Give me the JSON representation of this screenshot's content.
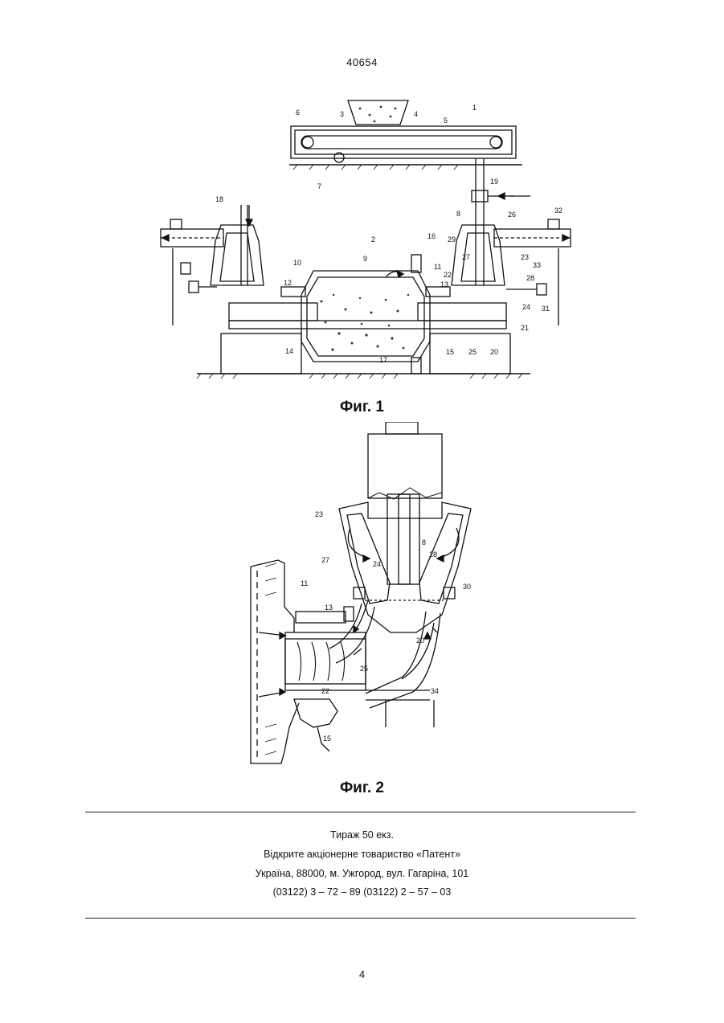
{
  "header": {
    "doc_number": "40654"
  },
  "figure1": {
    "caption": "Фиг. 1",
    "labels": [
      "1",
      "2",
      "3",
      "4",
      "5",
      "6",
      "7",
      "8",
      "9",
      "10",
      "11",
      "12",
      "13",
      "14",
      "15",
      "16",
      "17",
      "18",
      "19",
      "20",
      "21",
      "22",
      "23",
      "24",
      "25",
      "26",
      "27",
      "28",
      "29",
      "31",
      "32",
      "33"
    ]
  },
  "figure2": {
    "caption": "Фиг. 2",
    "labels": [
      "8",
      "11",
      "13",
      "15",
      "20",
      "22",
      "23",
      "24",
      "25",
      "27",
      "28",
      "30",
      "34"
    ]
  },
  "footer": {
    "line1": "Тираж 50 екз.",
    "line2": "Відкрите акціонерне товариство «Патент»",
    "line3": "Україна, 88000, м. Ужгород, вул. Гагаріна, 101",
    "line4": "(03122) 3 – 72 – 89   (03122) 2 – 57 – 03"
  },
  "page_number": "4"
}
